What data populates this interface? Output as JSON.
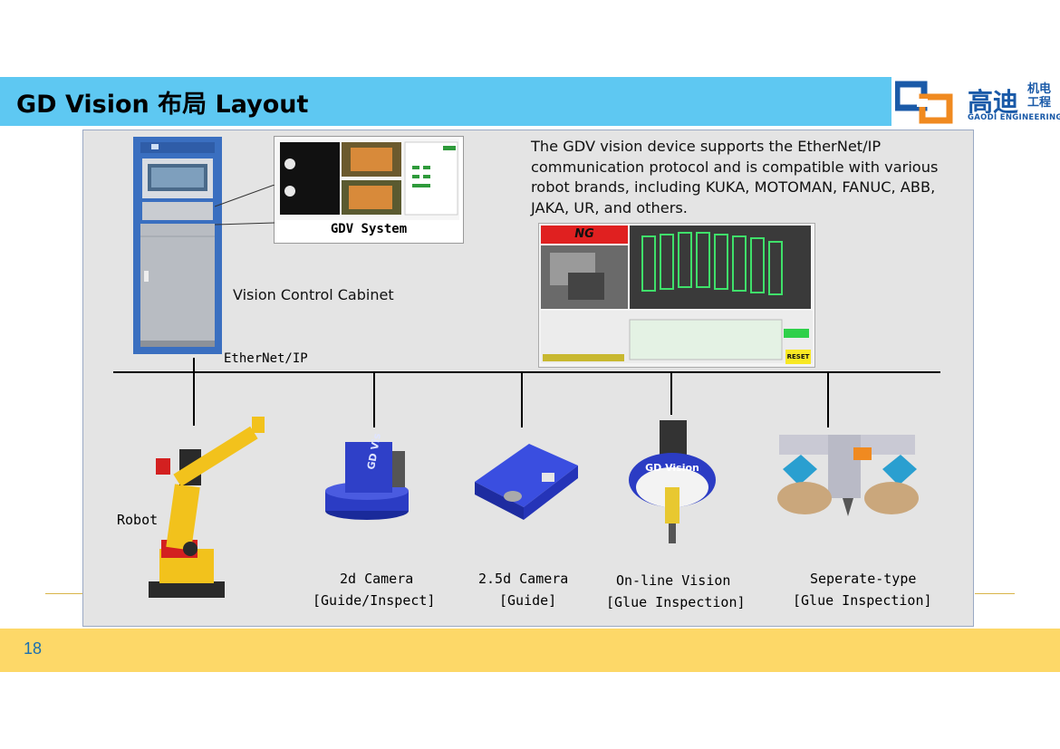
{
  "header": {
    "title": "GD Vision 布局 Layout",
    "logo_cn": "高迪",
    "logo_cn_small": "机电工程",
    "logo_en": "GAODI ENGINEERING"
  },
  "footer": {
    "page_number": "18"
  },
  "diagram": {
    "description": "The GDV vision device supports the EtherNet/IP communication protocol and is compatible with various robot brands, including KUKA, MOTOMAN, FANUC, ABB, JAKA, UR, and others.",
    "gdv_system_label": "GDV System",
    "cabinet_label": "Vision Control Cabinet",
    "network_label": "EtherNet/IP",
    "ng_label": "NG",
    "reset_label": "RESET",
    "camera_brand": "GD Vision",
    "devices": [
      {
        "name": "Robot",
        "sub": ""
      },
      {
        "name": "2d Camera",
        "sub": "[Guide/Inspect]"
      },
      {
        "name": "2.5d Camera",
        "sub": "[Guide]"
      },
      {
        "name": "On-line Vision",
        "sub": "[Glue Inspection]"
      },
      {
        "name": "Seperate-type",
        "sub": "[Glue Inspection]"
      }
    ]
  }
}
